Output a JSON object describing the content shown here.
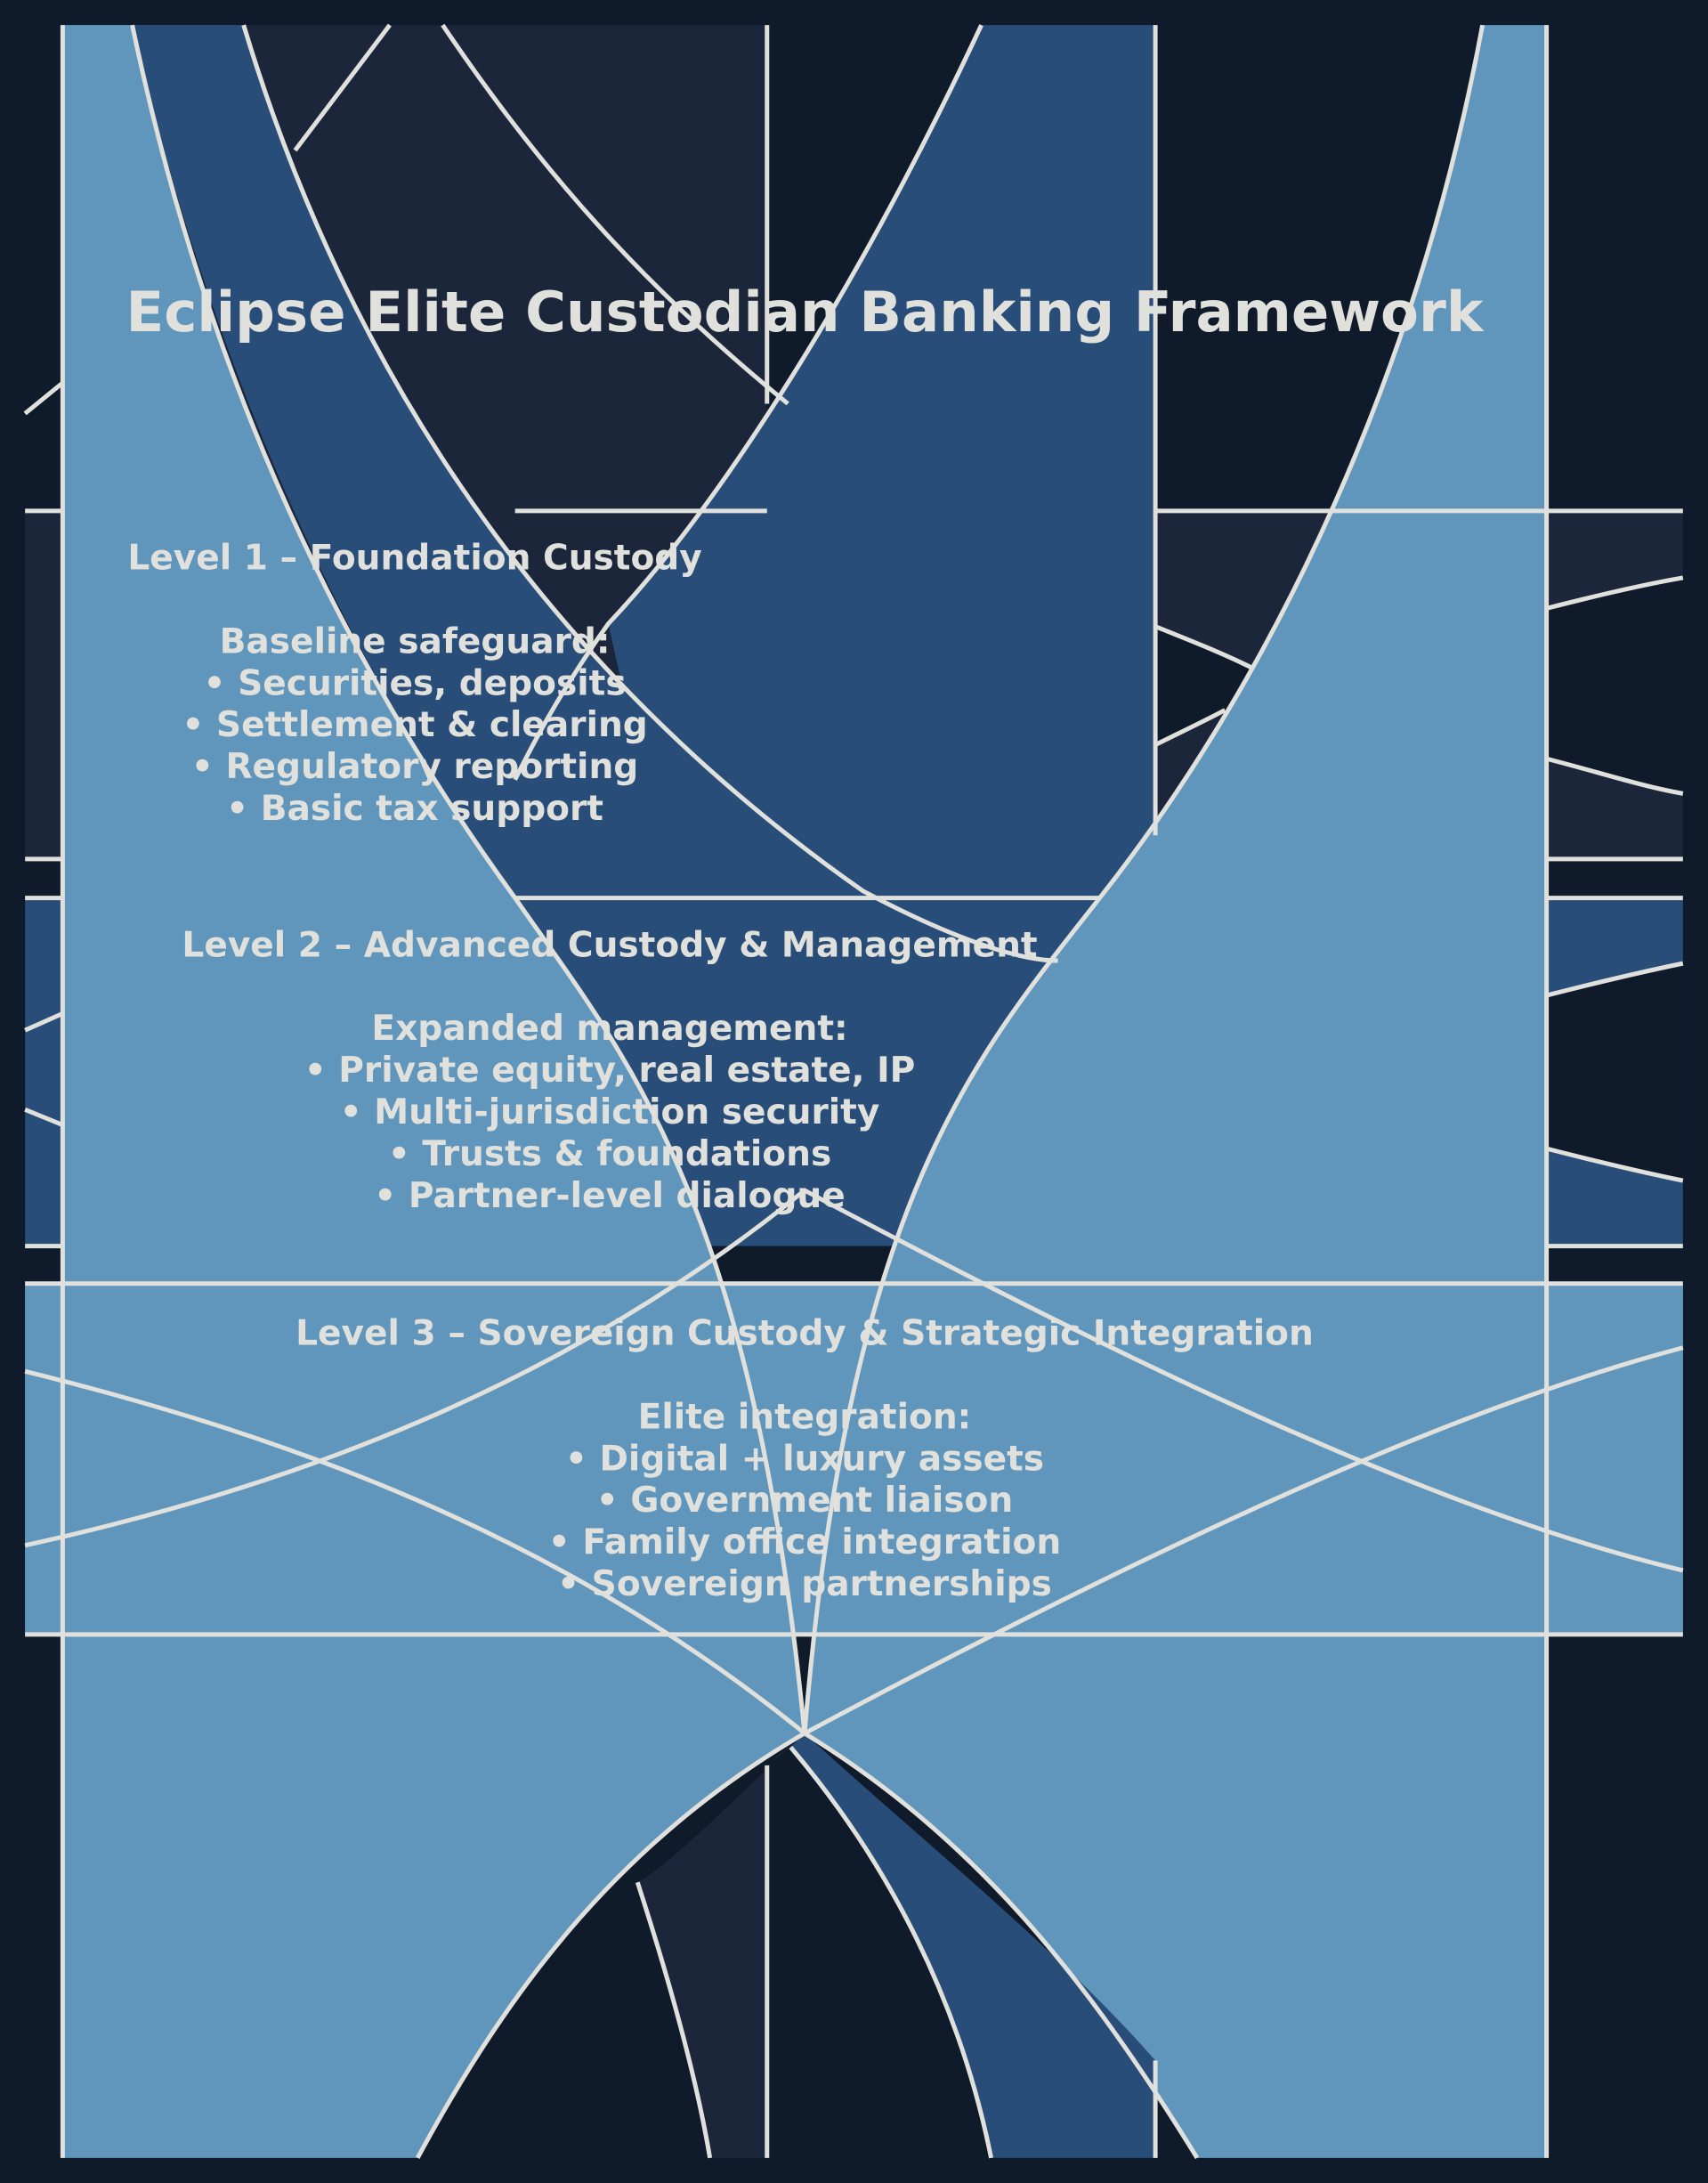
{
  "title": "Eclipse Elite Custodian Banking Framework",
  "colors": {
    "background": "#0f1a2a",
    "tier1": "#1c263a",
    "tier2": "#284d78",
    "tier3": "#6096bb",
    "line": "#e0e0dc",
    "text": "#e0e0dc"
  },
  "levels": [
    {
      "heading": "Level 1 – Foundation Custody",
      "subheading": "Baseline safeguard:",
      "items": [
        "• Securities, deposits",
        "• Settlement & clearing",
        "• Regulatory reporting",
        "• Basic tax support"
      ]
    },
    {
      "heading": "Level 2 – Advanced Custody & Management",
      "subheading": "Expanded management:",
      "items": [
        "• Private equity, real estate, IP",
        "• Multi-jurisdiction security",
        "• Trusts & foundations",
        "• Partner-level dialogue"
      ]
    },
    {
      "heading": "Level 3 – Sovereign Custody & Strategic Integration",
      "subheading": "Elite integration:",
      "items": [
        "• Digital + luxury assets",
        "• Government liaison",
        "• Family office integration",
        "• Sovereign partnerships"
      ]
    }
  ]
}
